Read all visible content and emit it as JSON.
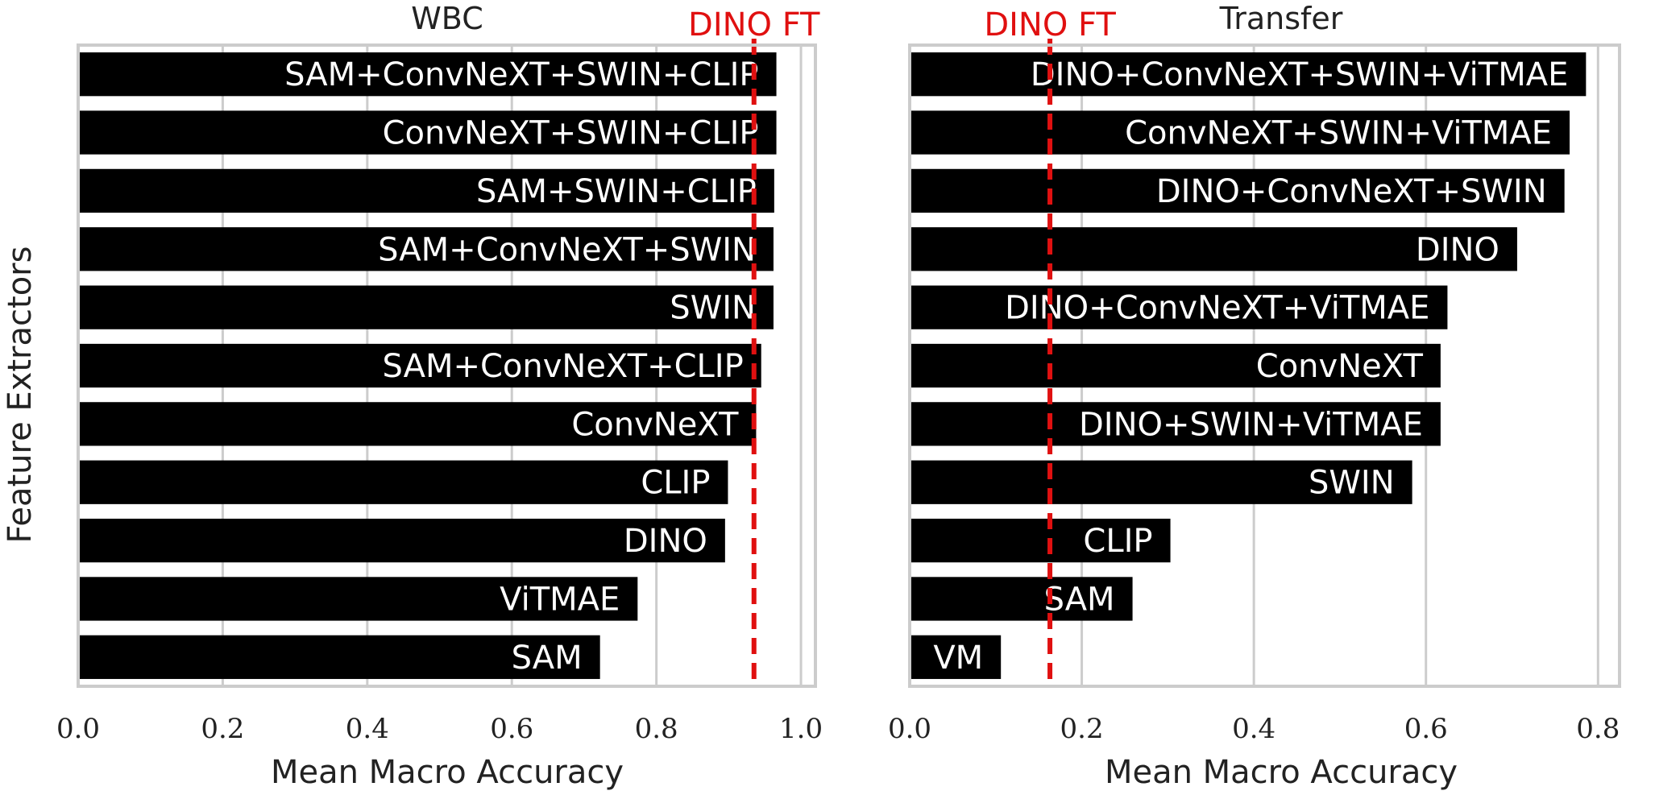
{
  "ylabel": "Feature Extractors",
  "chart_data": [
    {
      "type": "bar",
      "orientation": "horizontal",
      "title": "WBC",
      "xlabel": "Mean Macro Accuracy",
      "xlim": [
        0,
        1.02
      ],
      "xticks": [
        "0.0",
        "0.2",
        "0.4",
        "0.6",
        "0.8",
        "1.0"
      ],
      "tick_values": [
        0,
        0.2,
        0.4,
        0.6,
        0.8,
        1.0
      ],
      "grid": true,
      "reference_line": {
        "label": "DINO FT",
        "value": 0.935,
        "color": "#e01010"
      },
      "bar_color": "#000000",
      "categories": [
        "SAM+ConvNeXT+SWIN+CLIP",
        "ConvNeXT+SWIN+CLIP",
        "SAM+SWIN+CLIP",
        "SAM+ConvNeXT+SWIN",
        "SWIN",
        "SAM+ConvNeXT+CLIP",
        "ConvNeXT",
        "CLIP",
        "DINO",
        "ViTMAE",
        "SAM"
      ],
      "values": [
        0.966,
        0.966,
        0.963,
        0.962,
        0.962,
        0.945,
        0.938,
        0.899,
        0.895,
        0.774,
        0.722
      ]
    },
    {
      "type": "bar",
      "orientation": "horizontal",
      "title": "Transfer",
      "xlabel": "Mean Macro Accuracy",
      "xlim": [
        0,
        0.825
      ],
      "xticks": [
        "0.0",
        "0.2",
        "0.4",
        "0.6",
        "0.8"
      ],
      "tick_values": [
        0,
        0.2,
        0.4,
        0.6,
        0.8
      ],
      "grid": true,
      "reference_line": {
        "label": "DINO FT",
        "value": 0.163,
        "color": "#e01010"
      },
      "bar_color": "#000000",
      "categories": [
        "DINO+ConvNeXT+SWIN+ViTMAE",
        "ConvNeXT+SWIN+ViTMAE",
        "DINO+ConvNeXT+SWIN",
        "DINO",
        "DINO+ConvNeXT+ViTMAE",
        "ConvNeXT",
        "DINO+SWIN+ViTMAE",
        "SWIN",
        "CLIP",
        "SAM",
        "VM"
      ],
      "values": [
        0.786,
        0.767,
        0.761,
        0.706,
        0.625,
        0.617,
        0.617,
        0.584,
        0.303,
        0.259,
        0.106
      ]
    }
  ]
}
